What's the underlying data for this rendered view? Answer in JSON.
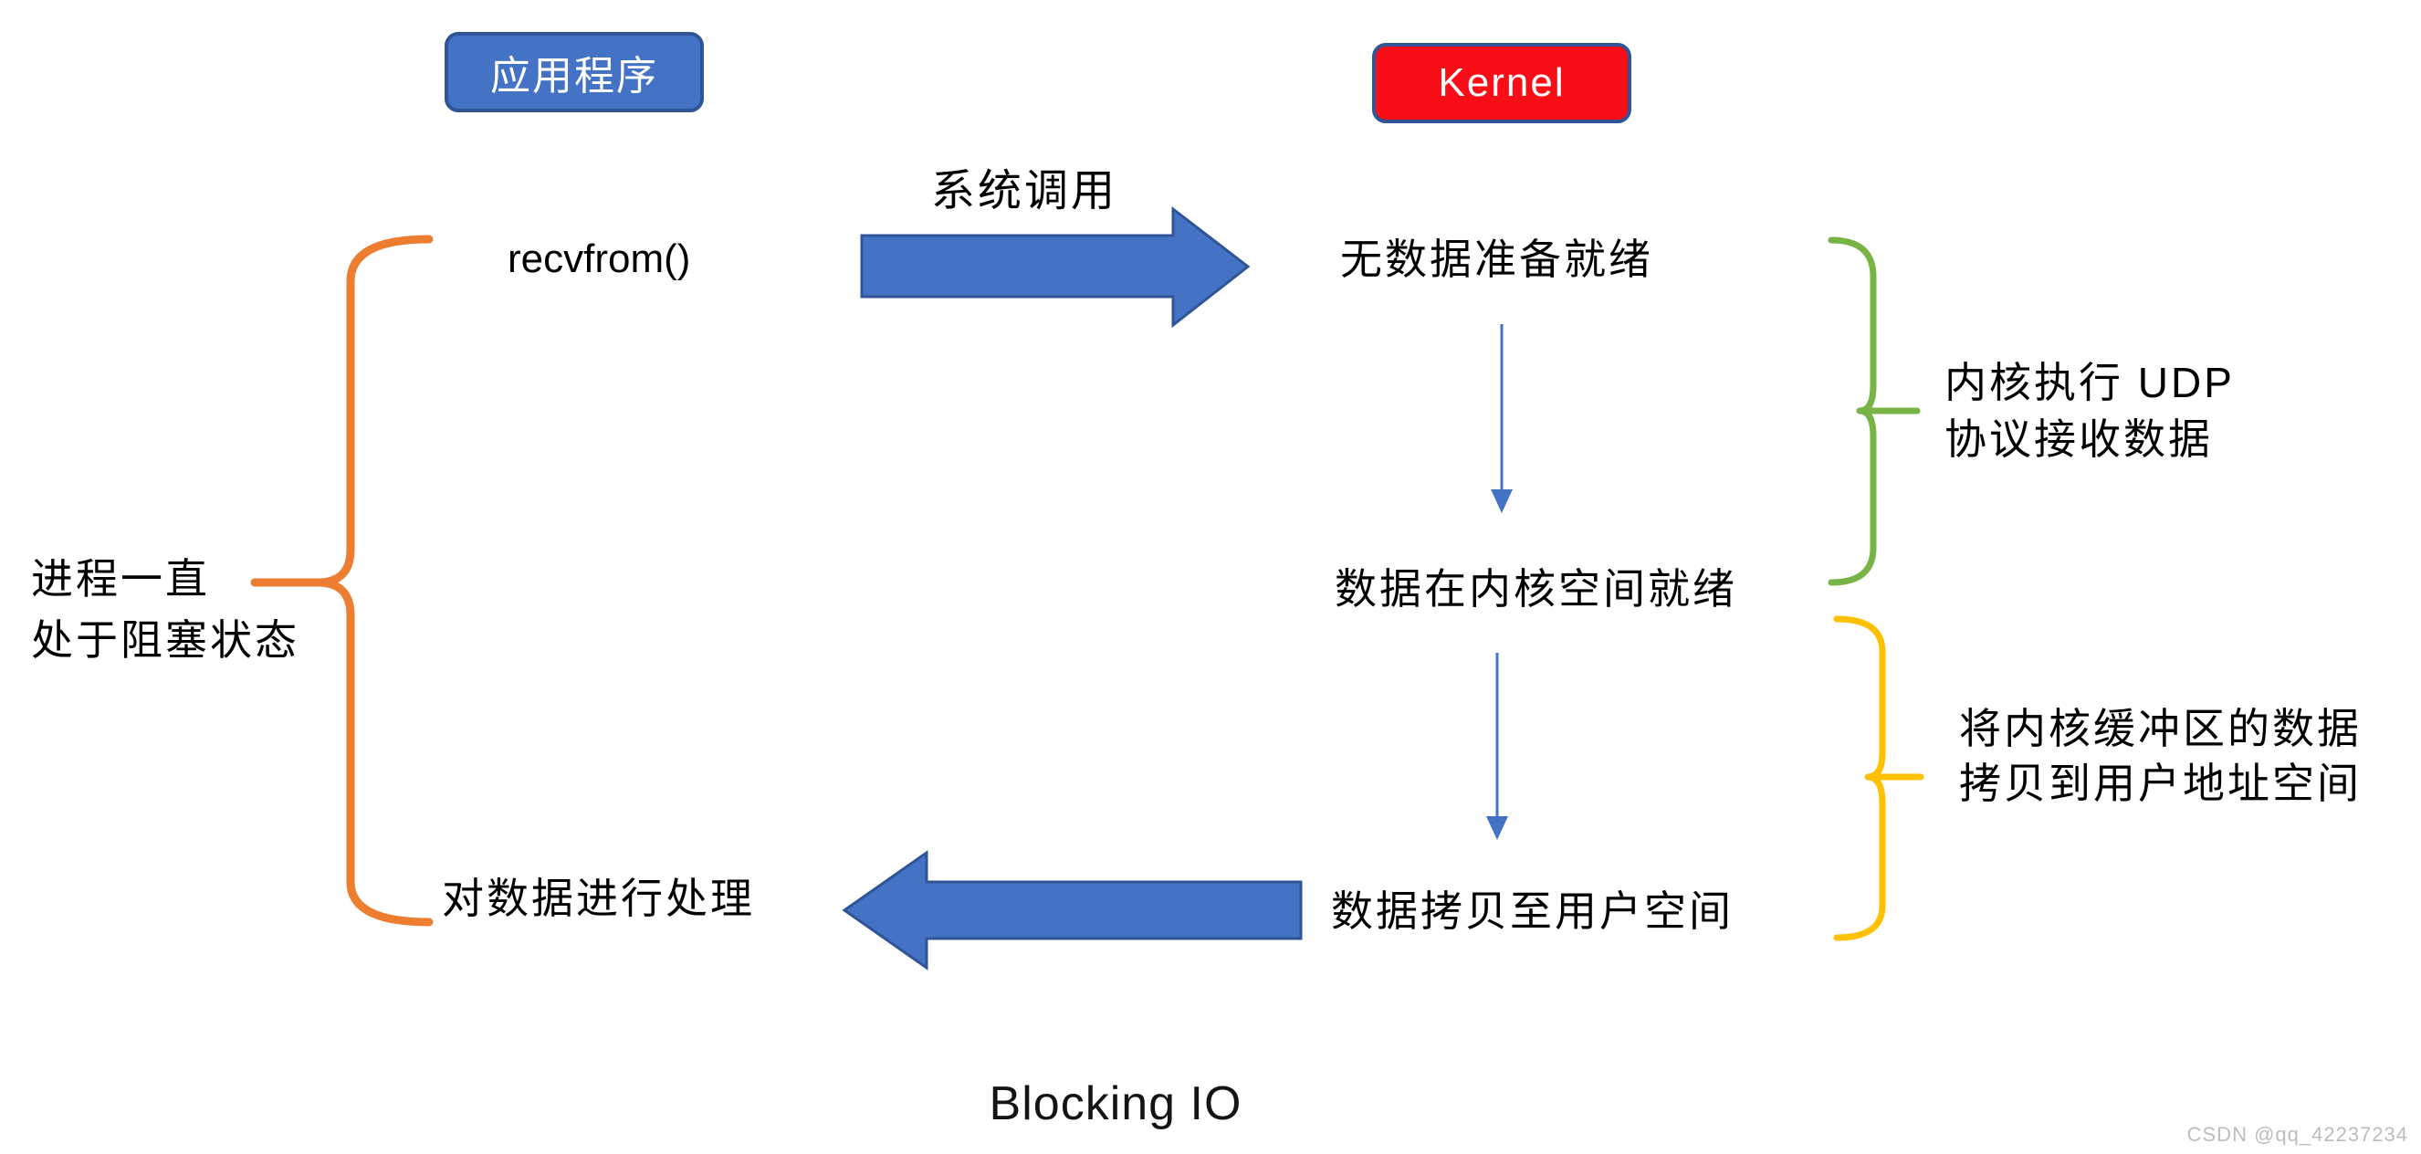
{
  "diagram": {
    "title": "Blocking IO",
    "watermark": "CSDN @qq_42237234"
  },
  "boxes": {
    "application": {
      "label": "应用程序"
    },
    "kernel": {
      "label": "Kernel"
    }
  },
  "app_column": {
    "recvfrom": "recvfrom()",
    "process_data": "对数据进行处理"
  },
  "kernel_column": {
    "no_data_ready": "无数据准备就绪",
    "data_ready_in_kernel": "数据在内核空间就绪",
    "data_copied_to_user": "数据拷贝至用户空间"
  },
  "annotations": {
    "syscall": "系统调用",
    "blocking_line1": "进程一直",
    "blocking_line2": "处于阻塞状态",
    "udp_line1": "内核执行 UDP",
    "udp_line2": "协议接收数据",
    "copy_line1": "将内核缓冲区的数据",
    "copy_line2": "拷贝到用户地址空间"
  },
  "colors": {
    "arrow_blue": "#4472C4",
    "arrow_border": "#2F5597",
    "app_fill": "#4472C4",
    "kernel_fill": "#F90E17",
    "box_border": "#2F5597",
    "brace_orange": "#ED7D31",
    "brace_green": "#78B346",
    "brace_yellow": "#FFC000",
    "text": "#000000",
    "watermark_gray": "#BDBDBD"
  }
}
